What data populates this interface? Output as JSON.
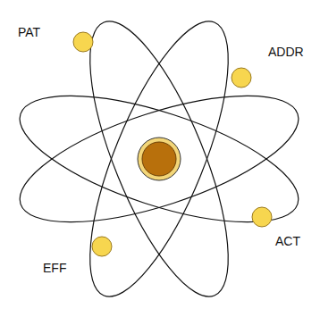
{
  "diagram": {
    "labels": [
      "PAT",
      "ADDR",
      "ACT",
      "EFF"
    ]
  }
}
